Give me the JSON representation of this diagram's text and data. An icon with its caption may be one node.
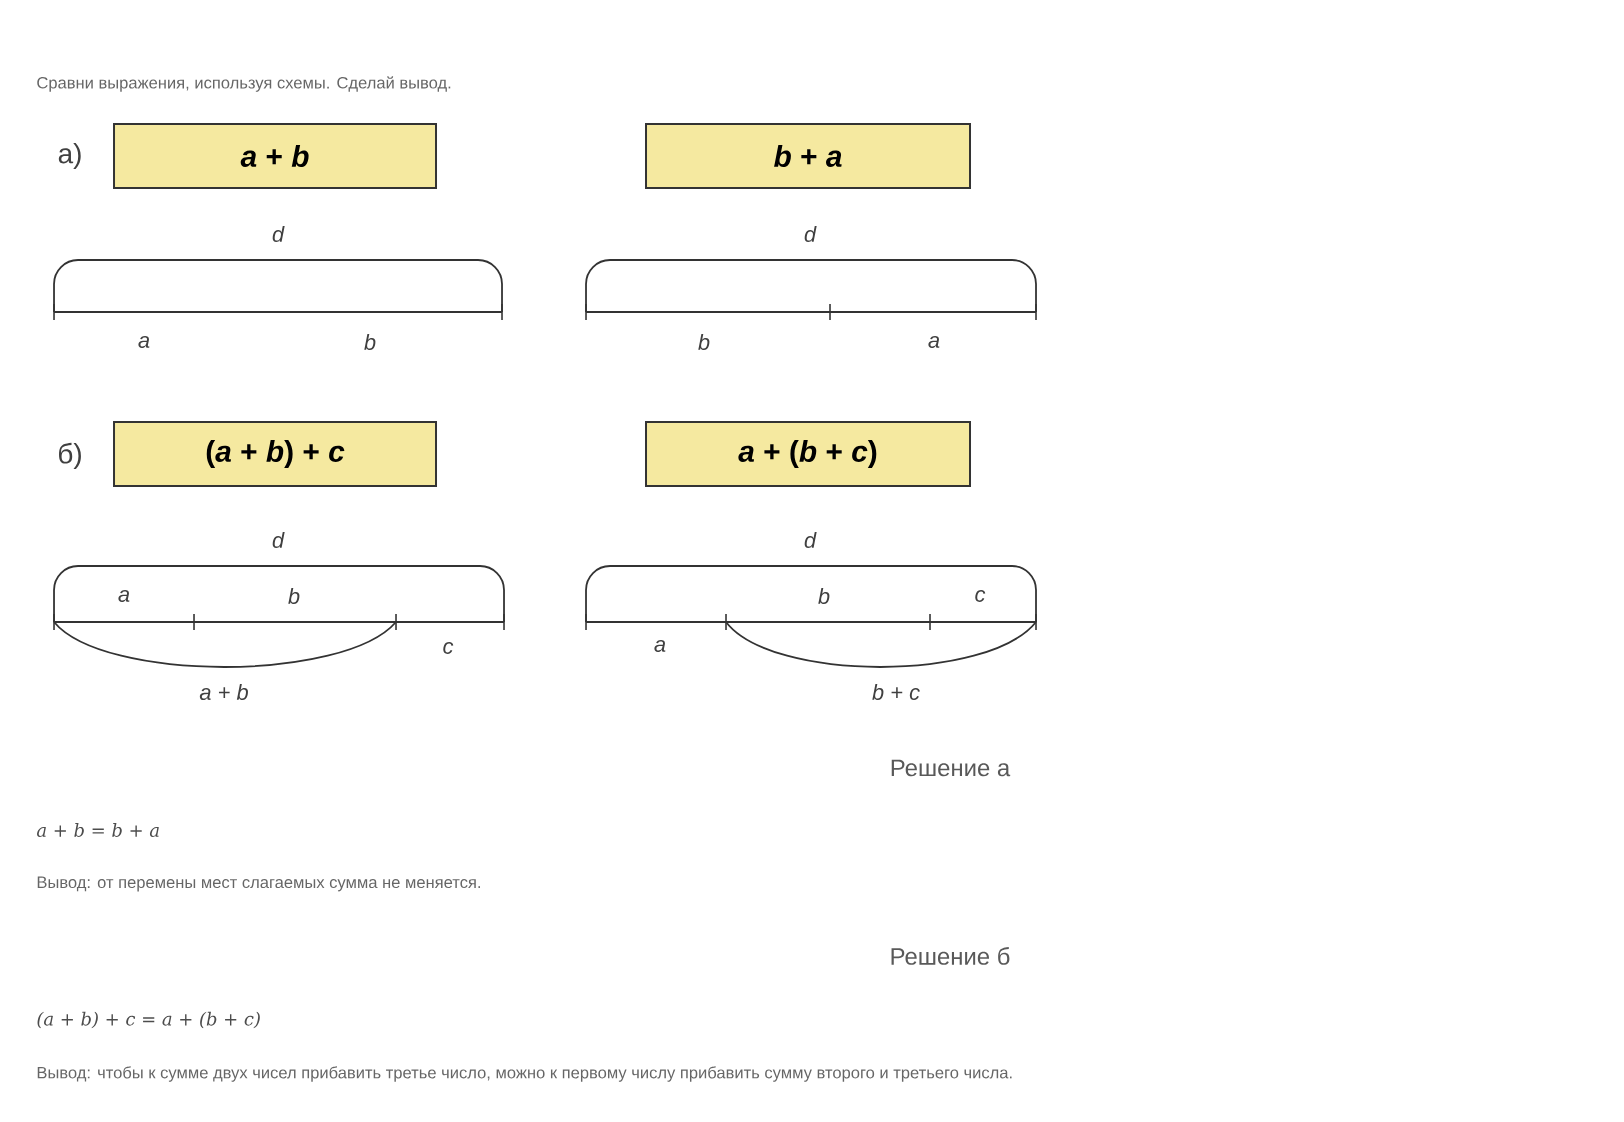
{
  "diagram": {
    "title": "Сравни выражения, используя схемы. Сделай вывод.",
    "nodes": [
      {
        "text": [
          "*a* + *b*"
        ]
      },
      {
        "text": [
          "*b* + *a*"
        ]
      },
      {
        "text": [
          "(*a* + *b*) + *c*"
        ]
      },
      {
        "text": [
          "*a* + (*b* + *c*)"
        ]
      }
    ],
    "labels": [
      "а)",
      "d",
      "d",
      "a",
      "b",
      "b",
      "a",
      "б)",
      "d",
      "d",
      "a",
      "b",
      "b",
      "c",
      "c",
      "a",
      "a + b",
      "b + c",
      "Решение а",
      "a + b = b + a",
      "Вывод: от перемены мест слагаемых сумма не меняется.",
      "Решение б",
      "(a + b) + c = a + (b + c)",
      "Вывод: чтобы к сумме двух чисел прибавить третье число, можно к первому числу прибавить сумму второго и третьего числа."
    ]
  }
}
